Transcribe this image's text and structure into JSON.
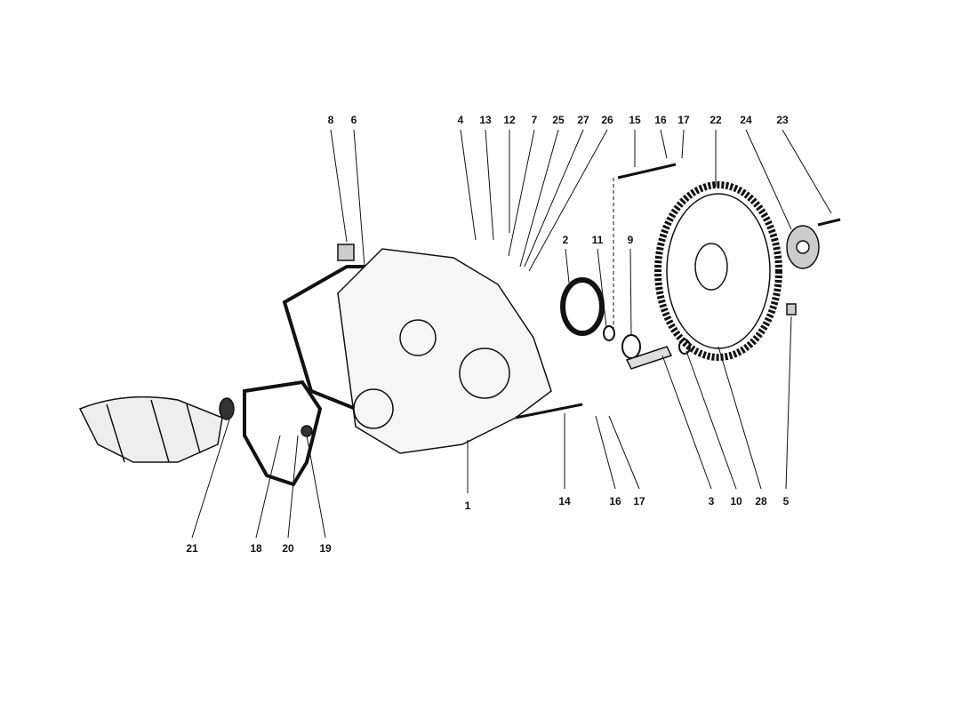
{
  "diagram": {
    "callouts": [
      {
        "id": "c8",
        "text": "8"
      },
      {
        "id": "c6",
        "text": "6"
      },
      {
        "id": "c4",
        "text": "4"
      },
      {
        "id": "c13",
        "text": "13"
      },
      {
        "id": "c12",
        "text": "12"
      },
      {
        "id": "c7",
        "text": "7"
      },
      {
        "id": "c25",
        "text": "25"
      },
      {
        "id": "c27",
        "text": "27"
      },
      {
        "id": "c26",
        "text": "26"
      },
      {
        "id": "c15",
        "text": "15"
      },
      {
        "id": "c16a",
        "text": "16"
      },
      {
        "id": "c17a",
        "text": "17"
      },
      {
        "id": "c22",
        "text": "22"
      },
      {
        "id": "c24",
        "text": "24"
      },
      {
        "id": "c23",
        "text": "23"
      },
      {
        "id": "c2",
        "text": "2"
      },
      {
        "id": "c11",
        "text": "11"
      },
      {
        "id": "c9",
        "text": "9"
      },
      {
        "id": "c1",
        "text": "1"
      },
      {
        "id": "c14",
        "text": "14"
      },
      {
        "id": "c16b",
        "text": "16"
      },
      {
        "id": "c17b",
        "text": "17"
      },
      {
        "id": "c3",
        "text": "3"
      },
      {
        "id": "c10",
        "text": "10"
      },
      {
        "id": "c28",
        "text": "28"
      },
      {
        "id": "c5",
        "text": "5"
      },
      {
        "id": "c21",
        "text": "21"
      },
      {
        "id": "c18",
        "text": "18"
      },
      {
        "id": "c20",
        "text": "20"
      },
      {
        "id": "c19",
        "text": "19"
      }
    ]
  }
}
